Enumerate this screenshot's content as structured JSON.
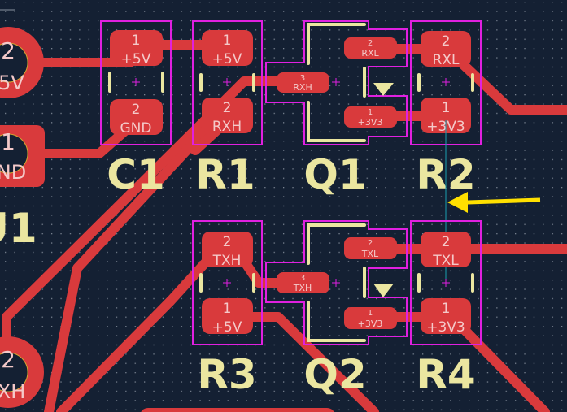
{
  "app": "PCB layout editor",
  "colors": {
    "background": "#142033",
    "copper": "#d93a3c",
    "courtyard": "#e020e0",
    "silkscreen": "#ebe6a0",
    "pad_text": "#f4c9c9",
    "annotation_arrow": "#ffe000"
  },
  "connector": {
    "ref": "J1",
    "ref_visible": "U1",
    "pins": [
      {
        "number": "2",
        "net": "5V"
      },
      {
        "number": "1",
        "net": "ND"
      },
      {
        "number": "2",
        "net": "XH"
      }
    ]
  },
  "components": [
    {
      "ref": "C1",
      "pads": [
        {
          "number": "1",
          "net": "+5V"
        },
        {
          "number": "2",
          "net": "GND"
        }
      ]
    },
    {
      "ref": "R1",
      "pads": [
        {
          "number": "1",
          "net": "+5V"
        },
        {
          "number": "2",
          "net": "RXH"
        }
      ]
    },
    {
      "ref": "Q1",
      "pads": [
        {
          "number": "3",
          "net": "RXH"
        },
        {
          "number": "2",
          "net": "RXL"
        },
        {
          "number": "1",
          "net": "+3V3"
        }
      ]
    },
    {
      "ref": "R2",
      "pads": [
        {
          "number": "2",
          "net": "RXL"
        },
        {
          "number": "1",
          "net": "+3V3"
        }
      ]
    },
    {
      "ref": "R3",
      "pads": [
        {
          "number": "2",
          "net": "TXH"
        },
        {
          "number": "1",
          "net": "+5V"
        }
      ]
    },
    {
      "ref": "Q2",
      "pads": [
        {
          "number": "3",
          "net": "TXH"
        },
        {
          "number": "2",
          "net": "TXL"
        },
        {
          "number": "1",
          "net": "+3V3"
        }
      ]
    },
    {
      "ref": "R4",
      "pads": [
        {
          "number": "2",
          "net": "TXL"
        },
        {
          "number": "1",
          "net": "+3V3"
        }
      ]
    }
  ],
  "annotation": {
    "icon": "arrow-left-icon",
    "points_to": "R2"
  }
}
